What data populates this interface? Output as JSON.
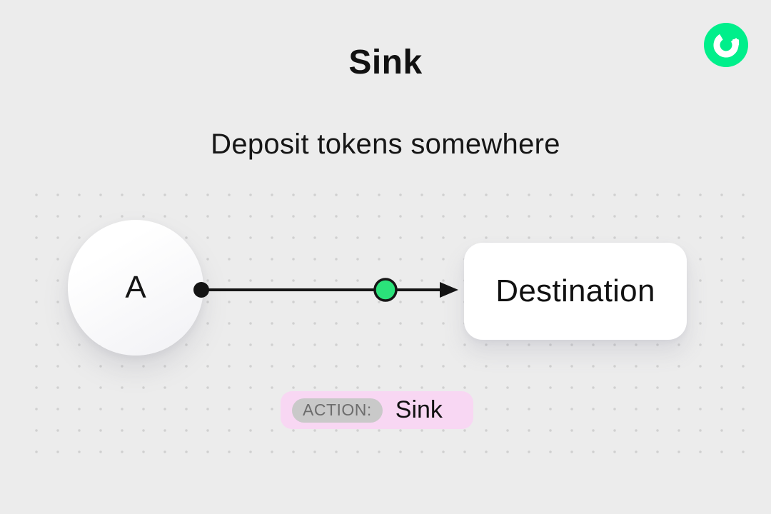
{
  "header": {
    "title": "Sink",
    "subtitle": "Deposit tokens somewhere"
  },
  "logo": {
    "name": "flow-logo"
  },
  "diagram": {
    "source": {
      "label": "A"
    },
    "destination": {
      "label": "Destination"
    },
    "action": {
      "label": "ACTION:",
      "value": "Sink"
    }
  },
  "colors": {
    "background": "#ececec",
    "dot_grid": "#d0d0d0",
    "arrow": "#141414",
    "token_green": "#2be27a",
    "badge_background": "#f8d7f3",
    "badge_pill_background": "#c9c9c9",
    "badge_pill_text": "#6d6d6d",
    "flow_green": "#00ef8b"
  }
}
